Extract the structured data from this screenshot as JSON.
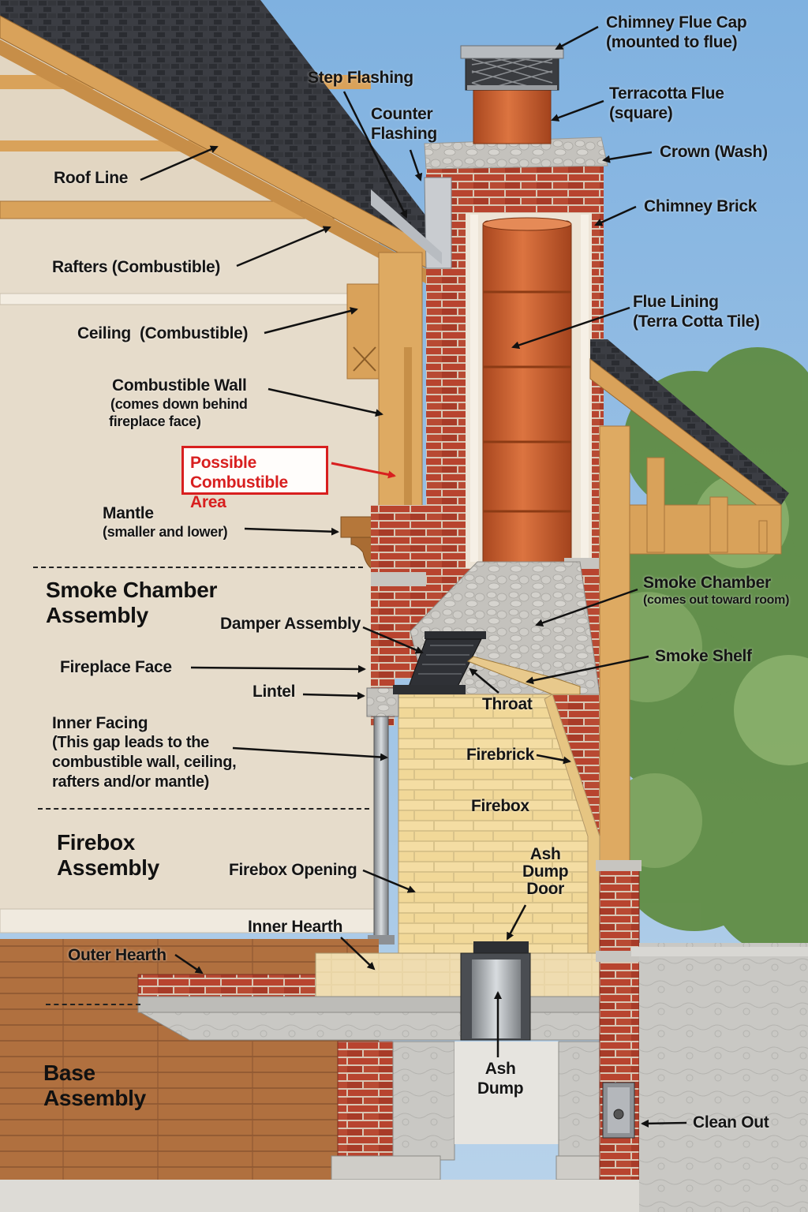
{
  "colors": {
    "sky": "#8fb6da",
    "brick": "#b8442f",
    "mortar": "#d9c7b8",
    "flue_lining": "#c45a2c",
    "firebrick": "#f2d89a",
    "wood": "#d9a25a",
    "wall": "#e6dccb",
    "floor": "#a9683a",
    "concrete": "#c9c9c6",
    "warning_red": "#d81f1f"
  },
  "labels": {
    "chimney_flue_cap": [
      "Chimney Flue Cap",
      "(mounted to flue)"
    ],
    "step_flashing": "Step Flashing",
    "counter_flashing": [
      "Counter",
      "Flashing"
    ],
    "terracotta_flue": [
      "Terracotta Flue",
      "(square)"
    ],
    "crown": "Crown (Wash)",
    "roof_line": "Roof Line",
    "chimney_brick": "Chimney Brick",
    "rafters": "Rafters (Combustible)",
    "flue_lining": [
      "Flue Lining",
      "(Terra Cotta Tile)"
    ],
    "ceiling": "Ceiling  (Combustible)",
    "combustible_wall": [
      "Combustible Wall",
      "(comes down behind",
      "fireplace face)"
    ],
    "possible_combustible": [
      "Possible",
      "Combustible Area"
    ],
    "mantle": [
      "Mantle",
      "(smaller and lower)"
    ],
    "smoke_chamber": [
      "Smoke Chamber",
      "(comes out toward room)"
    ],
    "damper_assembly": "Damper Assembly",
    "smoke_shelf": "Smoke Shelf",
    "fireplace_face": "Fireplace Face",
    "throat": "Throat",
    "lintel": "Lintel",
    "inner_facing": [
      "Inner Facing",
      "(This gap leads to the",
      "combustible wall, ceiling,",
      "rafters and/or mantle)"
    ],
    "firebrick": "Firebrick",
    "firebox": "Firebox",
    "firebox_opening": "Firebox Opening",
    "ash_dump_door": [
      "Ash",
      "Dump",
      "Door"
    ],
    "inner_hearth": "Inner Hearth",
    "outer_hearth": "Outer Hearth",
    "ash_dump": [
      "Ash",
      "Dump"
    ],
    "clean_out": "Clean Out"
  },
  "sections": {
    "smoke_chamber_assembly": [
      "Smoke Chamber",
      "Assembly"
    ],
    "firebox_assembly": [
      "Firebox",
      "Assembly"
    ],
    "base_assembly": [
      "Base",
      "Assembly"
    ]
  }
}
